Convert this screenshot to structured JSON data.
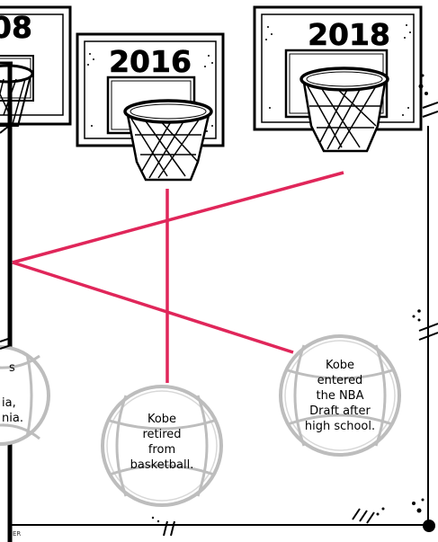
{
  "hoops": {
    "left_partial_year": "08",
    "middle_year": "2016",
    "right_year": "2018"
  },
  "balls": {
    "left_partial_lines": [
      "s",
      "ia,",
      "nia."
    ],
    "middle_lines": [
      "Kobe",
      "retired",
      "from",
      "basketball."
    ],
    "right_lines": [
      "Kobe",
      "entered",
      "the NBA",
      "Draft after",
      "high school."
    ]
  },
  "footer": {
    "credit_fragment": "ER"
  },
  "colors": {
    "connector_line": "#e0265a",
    "ink": "#000000",
    "ball_gray": "#bdbdbd"
  }
}
